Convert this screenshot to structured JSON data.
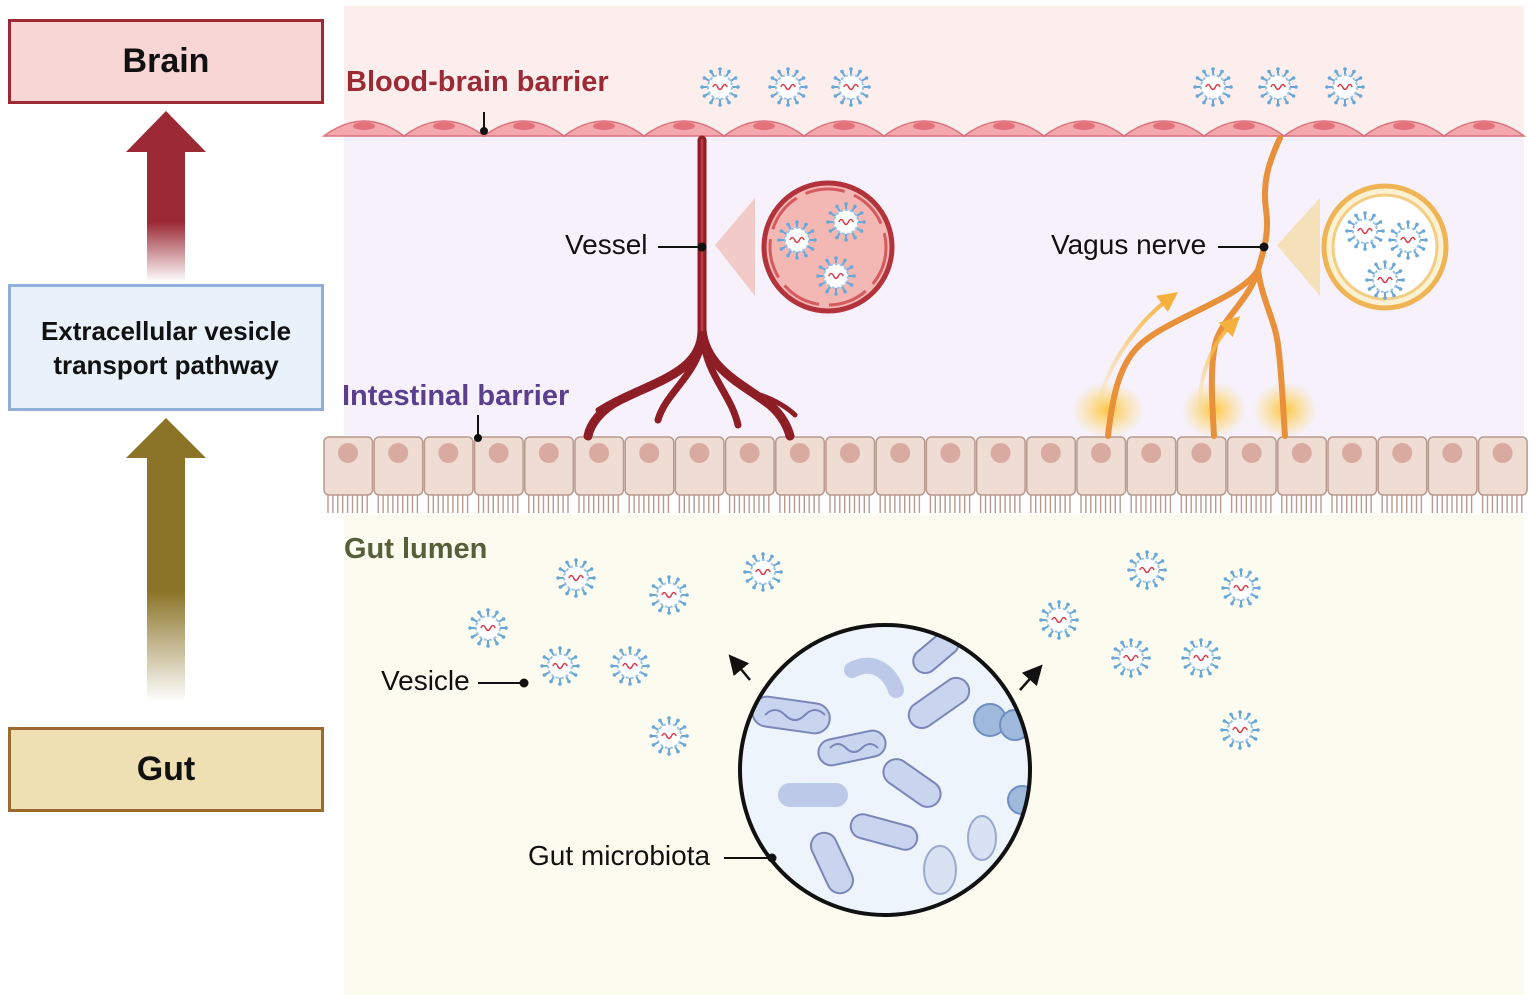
{
  "left_panel": {
    "top_box": "Brain",
    "middle_box": "Extracellular vesicle transport pathway",
    "bottom_box": "Gut"
  },
  "regions": {
    "bbb": "Blood-brain barrier",
    "intestinal": "Intestinal barrier",
    "lumen": "Gut lumen"
  },
  "callouts": {
    "vessel": "Vessel",
    "vagus": "Vagus nerve",
    "vesicle": "Vesicle",
    "microbiota": "Gut microbiota"
  },
  "colors": {
    "brain_red": "#9b2a35",
    "gut_olive": "#8b7428",
    "nerve_orange": "#e8913a",
    "intestinal_purple": "#5a3f8e",
    "vesicle_blue": "#6aa7d6"
  }
}
